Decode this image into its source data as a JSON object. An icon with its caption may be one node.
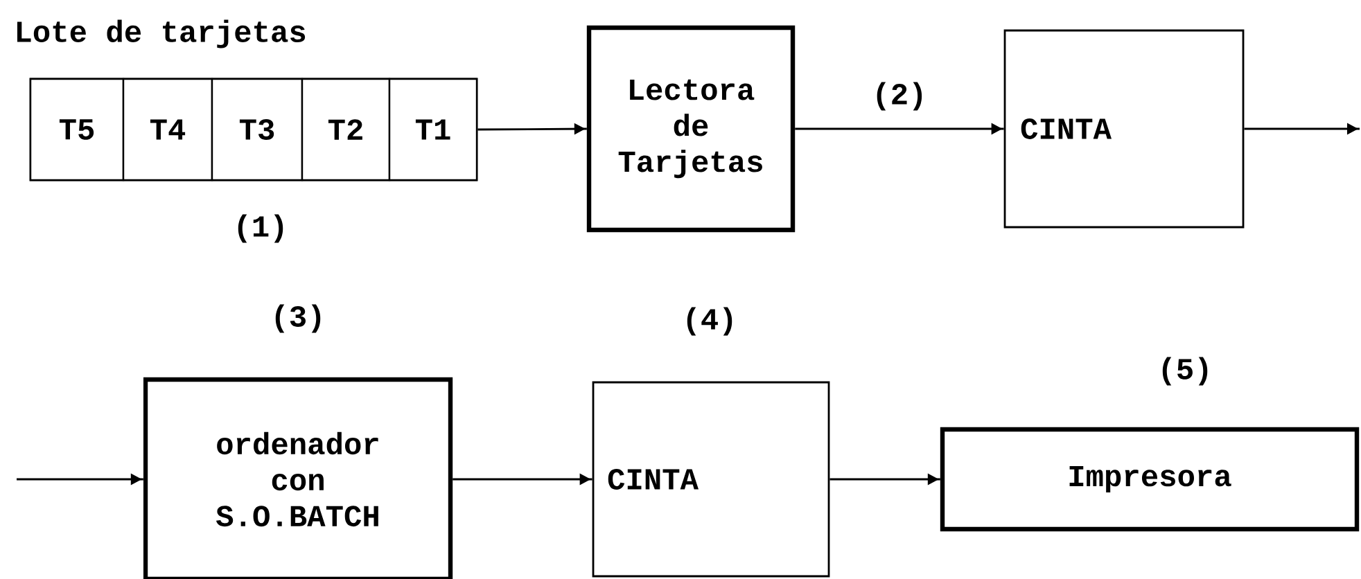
{
  "diagram": {
    "nodes": [
      {
        "text": [
          "Lote de tarjetas"
        ],
        "beside": [
          "(1)"
        ]
      },
      {
        "text": [
          "T5"
        ],
        "in": 0
      },
      {
        "text": [
          "T4"
        ],
        "in": 0
      },
      {
        "text": [
          "T3"
        ],
        "in": 0
      },
      {
        "text": [
          "T2"
        ],
        "in": 0
      },
      {
        "text": [
          "T1"
        ],
        "in": 0
      },
      {
        "text": [
          "Lectora de Tarjetas"
        ]
      },
      {
        "text": [
          "CINTA"
        ]
      },
      {
        "text": [
          "ordenador con S.O.BATCH"
        ],
        "beside": [
          "(3)"
        ]
      },
      {
        "text": [
          "CINTA"
        ],
        "beside": [
          "(4)"
        ]
      },
      {
        "text": [
          "Impresora"
        ],
        "beside": [
          "(5)"
        ]
      }
    ],
    "edges": [
      {
        "from": 0,
        "to": 6,
        "arrow": "to"
      },
      {
        "from": 6,
        "to": 7,
        "arrow": "to",
        "label": "(2)"
      },
      {
        "from": 7,
        "to": null,
        "arrow": "to"
      },
      {
        "from": null,
        "to": 8,
        "arrow": "to"
      },
      {
        "from": 8,
        "to": 9,
        "arrow": "to"
      },
      {
        "from": 9,
        "to": 10,
        "arrow": "to"
      }
    ]
  }
}
